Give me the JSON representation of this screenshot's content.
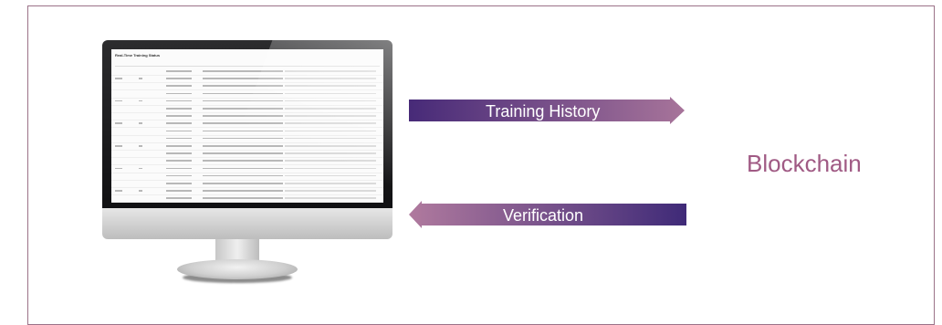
{
  "screen": {
    "title": "Real-Time Training Status"
  },
  "arrows": {
    "training_history_label": "Training History",
    "verification_label": "Verification"
  },
  "blockchain_label": "Blockchain",
  "colors": {
    "frame": "#9b7288",
    "arrow_dark": "#4a2c77",
    "arrow_light": "#9a6f95",
    "blockchain_text": "#a05a84"
  },
  "icons": [
    "monitor-icon"
  ]
}
